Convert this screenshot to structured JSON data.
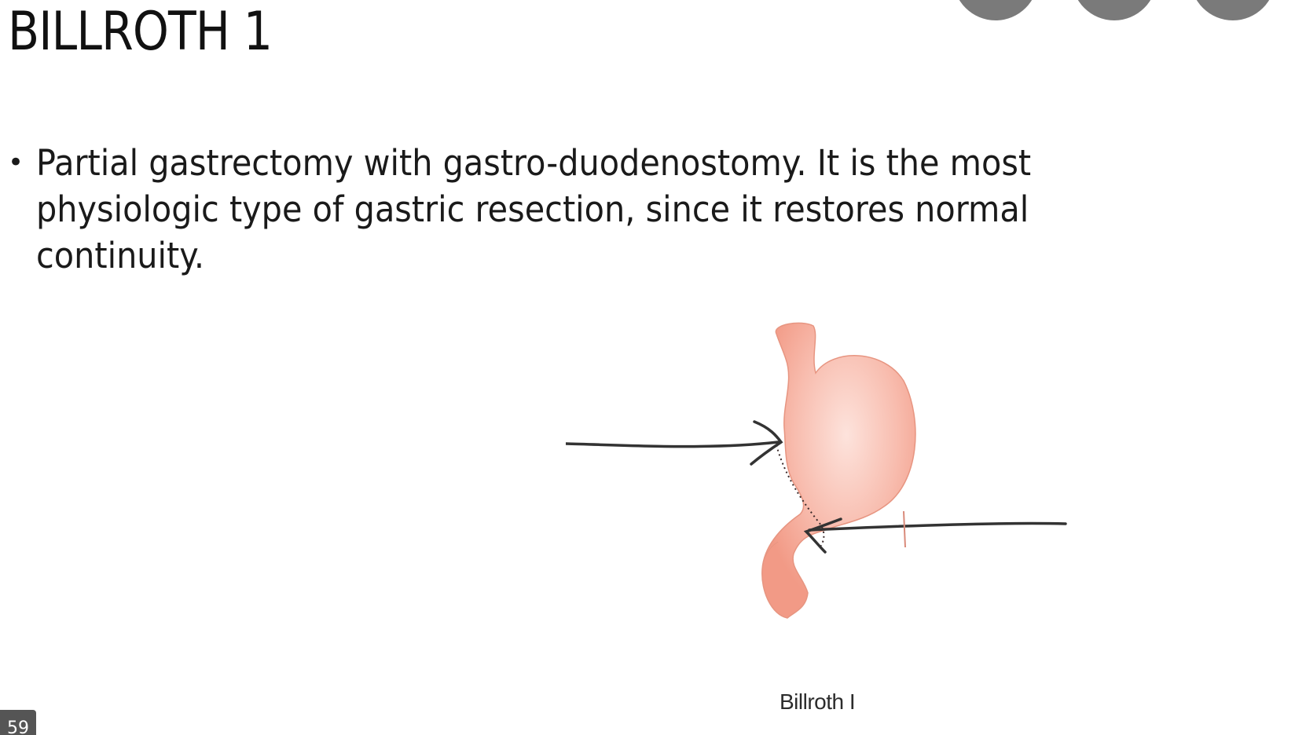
{
  "slide": {
    "title": "BILLROTH 1",
    "bullet_symbol": "•",
    "bullet_text": "Partial gastrectomy with gastro-duodenostomy. It is the most physiologic type of gastric resection, since it restores normal continuity.",
    "figure_caption": "Billroth I",
    "page_number": "59"
  },
  "figure": {
    "stomach_color": "#f4a594",
    "stomach_highlight": "#fde3dc",
    "arrow_color": "#333333"
  },
  "overlay": {
    "controls": [
      "nav-control-1",
      "nav-control-2",
      "nav-control-3"
    ],
    "control_color": "#7a7a7a"
  }
}
